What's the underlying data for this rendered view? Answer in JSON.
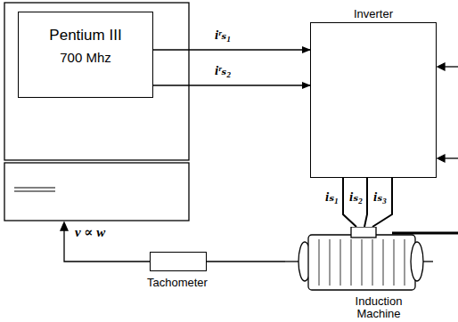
{
  "diagram": {
    "nodes": [
      {
        "text": [
          "Pentium III",
          "700 Mhz"
        ]
      },
      {
        "text": [
          "Inverter"
        ]
      },
      {
        "text": [
          "Tachometer"
        ]
      },
      {
        "text": [
          "Induction Machine"
        ]
      }
    ],
    "edges": [
      {
        "from": 0,
        "to": 1,
        "arrow": "to",
        "label": "iʳₛ₁"
      },
      {
        "from": 0,
        "to": 1,
        "arrow": "to",
        "label": "iʳₛ₂"
      },
      {
        "from": 1,
        "to": 3,
        "arrow": "none",
        "label": "iₛ₁"
      },
      {
        "from": 1,
        "to": 3,
        "arrow": "none",
        "label": "iₛ₂"
      },
      {
        "from": 1,
        "to": 3,
        "arrow": "none",
        "label": "iₛ₃"
      },
      {
        "from": 2,
        "to": 3,
        "arrow": "none"
      }
    ],
    "labels": [
      "v ∝ w"
    ]
  }
}
